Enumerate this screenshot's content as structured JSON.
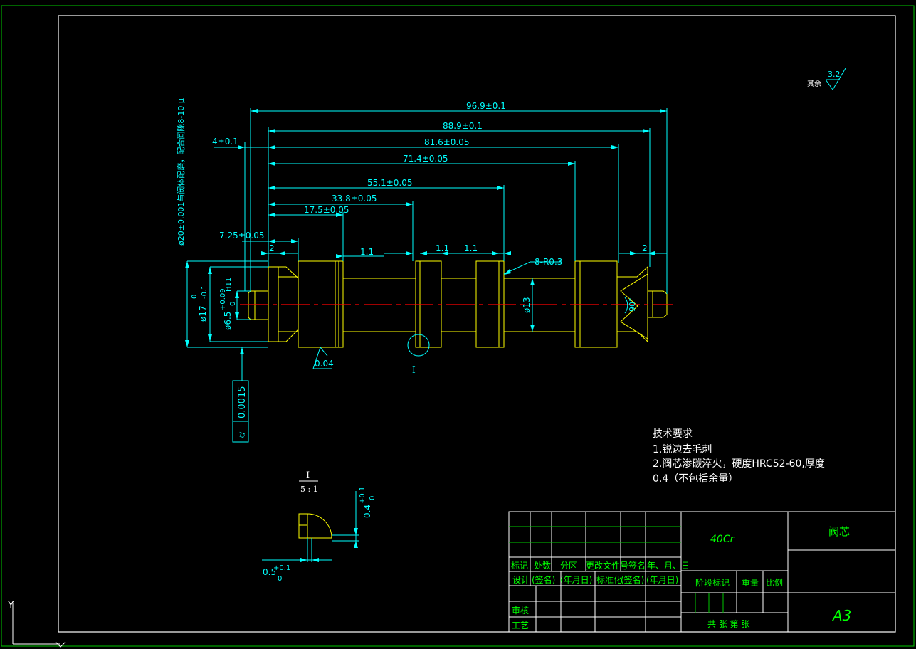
{
  "colors": {
    "background": "#000000",
    "frame": "#ffffff",
    "outer_border": "#00c800",
    "dimension": "#00ffff",
    "part": "#ffff00",
    "centerline": "#ff0000",
    "title_green": "#00ff00",
    "notes": "#ffffff"
  },
  "dimensions": {
    "d1": "96.9±0.1",
    "d2": "88.9±0.1",
    "d3": "81.6±0.05",
    "d4": "71.4±0.05",
    "d5": "55.1±0.05",
    "d6": "33.8±0.05",
    "d7": "17.5±0.05",
    "d8": "7.25±0.05",
    "d9": "4±0.1",
    "gap_left": "2",
    "gap_right": "2",
    "groove1": "1.1",
    "groove2": "1.1",
    "groove3": "1.1",
    "radius_note": "8-R0.3",
    "dia_13": "ø13",
    "angle_90": "90°",
    "vertical_note": "ø20±0.001与阀体配磨，配合间隙8-10 μ",
    "dia_17": "ø17",
    "dia_17_tol_top": "0",
    "dia_17_tol_bottom": "-0.1",
    "dia_65": "ø6.5",
    "dia_65_tol": "+0.09",
    "dia_65_tol_zero": "0",
    "dia_65_fit": "H11",
    "roughness_mark": "0.04",
    "detail_marker": "I",
    "cylindricity_value": "0.0015",
    "cylindricity_symbol": "⌭"
  },
  "surface_finish": {
    "label": "其余",
    "value": "3.2"
  },
  "detail_view": {
    "label": "I",
    "scale": "5 : 1",
    "dim_height": "0.4",
    "dim_height_tol_top": "+0.1",
    "dim_height_tol_bottom": "0",
    "dim_width": "0.5",
    "dim_width_tol_top": "+0.1",
    "dim_width_tol_bottom": "0"
  },
  "tech_requirements": {
    "title": "技术要求",
    "line1": "1.锐边去毛刺",
    "line2": "2.阀芯渗碳淬火，硬度HRC52-60,厚度",
    "line3": "0.4（不包括余量）"
  },
  "title_block": {
    "material": "40Cr",
    "part_name": "阀芯",
    "sheet_size": "A3",
    "row_headers": [
      "标记",
      "处数",
      "分区",
      "更改文件号",
      "签名",
      "年、月、日"
    ],
    "design_row": [
      "设计",
      "(签名)",
      "(年月日)",
      "标准化",
      "(签名)",
      "(年月日)"
    ],
    "review": "审核",
    "process": "工艺",
    "stage_mark": "阶段标记",
    "weight": "重量",
    "scale": "比例",
    "sheets": "共   张  第   张"
  },
  "ucs_axis": "Y"
}
